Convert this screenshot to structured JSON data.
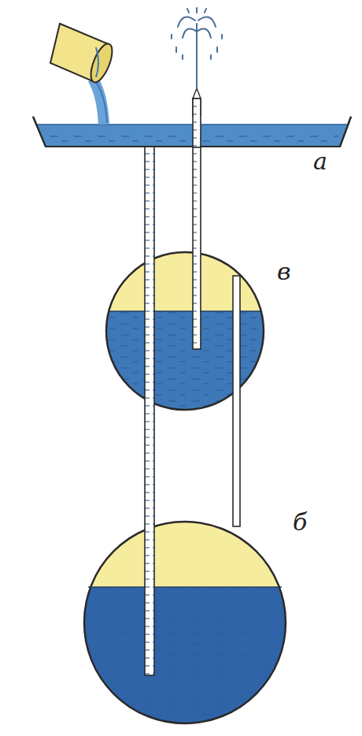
{
  "diagram": {
    "labels": [
      "а",
      "в",
      "б"
    ]
  }
}
